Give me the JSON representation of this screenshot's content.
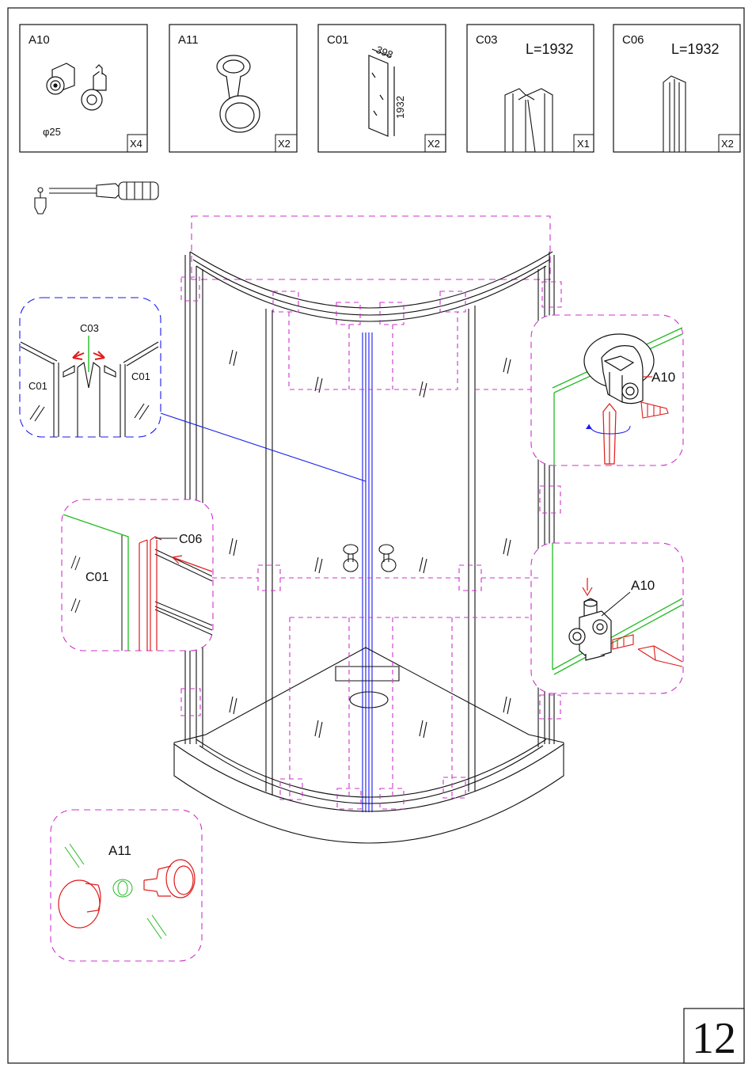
{
  "parts": [
    {
      "code": "A10",
      "qty": "X4",
      "note": "φ25",
      "length": ""
    },
    {
      "code": "A11",
      "qty": "X2",
      "note": "",
      "length": ""
    },
    {
      "code": "C01",
      "qty": "X2",
      "note": "",
      "length": "",
      "dim_w": "398",
      "dim_h": "1932"
    },
    {
      "code": "C03",
      "qty": "X1",
      "note": "",
      "length": "L=1932"
    },
    {
      "code": "C06",
      "qty": "X2",
      "note": "",
      "length": "L=1932"
    }
  ],
  "callouts": {
    "joint": {
      "center": "C03",
      "left": "C01",
      "right": "C01"
    },
    "seal": {
      "panel": "C01",
      "profile": "C06"
    },
    "roller_top": {
      "part": "A10"
    },
    "roller_bottom": {
      "part": "A10"
    },
    "handle": {
      "part": "A11"
    }
  },
  "page_number": "12",
  "colors": {
    "line": "#111111",
    "magenta": "#cc33cc",
    "blue": "#1a1aee",
    "red": "#e01a1a",
    "green": "#22bb22"
  }
}
